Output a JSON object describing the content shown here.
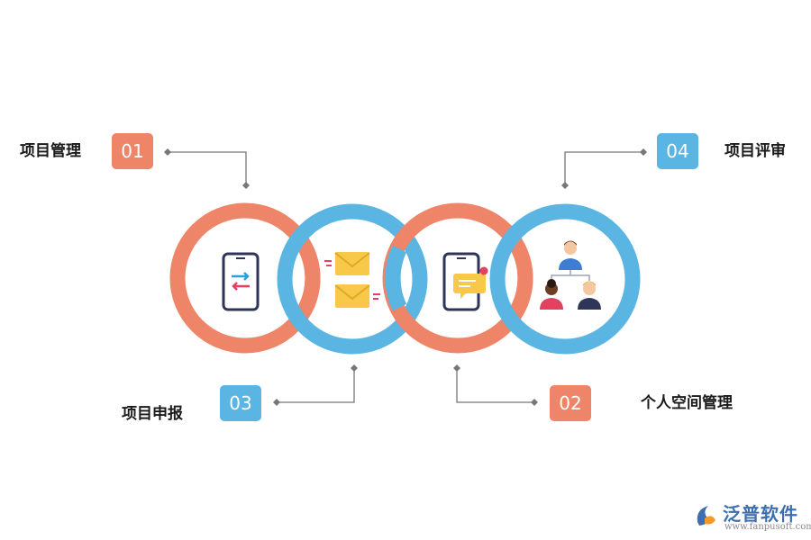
{
  "steps": [
    {
      "number": "01",
      "label": "项目管理",
      "color": "#ee8468"
    },
    {
      "number": "02",
      "label": "个人空间管理",
      "color": "#ee8468"
    },
    {
      "number": "03",
      "label": "项目申报",
      "color": "#5bb5e2"
    },
    {
      "number": "04",
      "label": "项目评审",
      "color": "#5bb5e2"
    }
  ],
  "ring_colors": {
    "orange": "#ee8468",
    "blue": "#5bb5e2",
    "connector": "#777777"
  },
  "brand": {
    "name": "泛普软件",
    "url": "www.fanpusoft.com"
  },
  "icons": [
    "phone-transfer-icon",
    "envelopes-icon",
    "phone-message-icon",
    "team-icon"
  ]
}
